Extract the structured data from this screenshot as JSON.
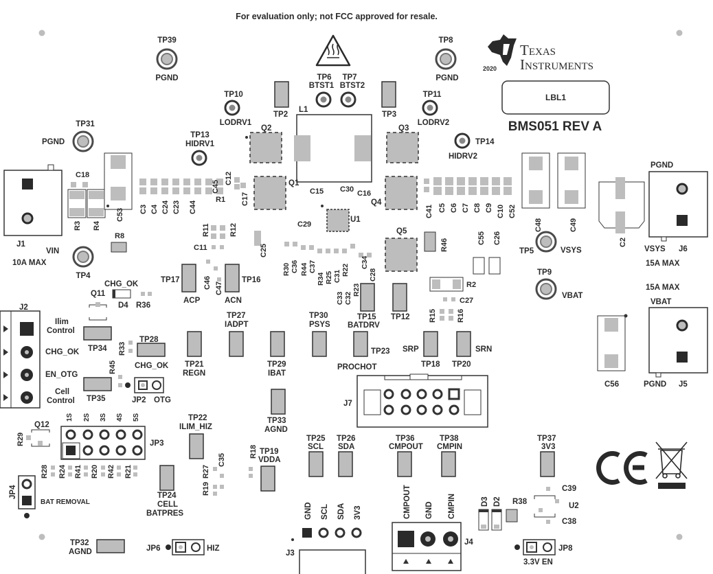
{
  "notice": "For evaluation only; not FCC approved for resale.",
  "logo": {
    "year": "2020",
    "line1": "Texas",
    "line2": "Instruments",
    "icon": "texas-instruments-logo-icon"
  },
  "board_id": "BMS051 REV A",
  "label_box": "LBL1",
  "warning_icon": "hot-surface-warning-icon",
  "ce_icon": "ce-mark-icon",
  "weee_icon": "weee-crossed-bin-icon",
  "colors": {
    "copper": "#bdbdbd",
    "ink": "#2a2a2a",
    "outline": "#4a4a4a",
    "pad": "#d0d0d0"
  },
  "testpoints": [
    {
      "id": "tp39",
      "label": "TP39",
      "net": "PGND"
    },
    {
      "id": "tp8",
      "label": "TP8",
      "net": "PGND"
    },
    {
      "id": "tp6",
      "label": "TP6",
      "net": "BTST1"
    },
    {
      "id": "tp7",
      "label": "TP7",
      "net": "BTST2"
    },
    {
      "id": "tp10",
      "label": "TP10",
      "net": "LODRV1"
    },
    {
      "id": "tp11",
      "label": "TP11",
      "net": "LODRV2"
    },
    {
      "id": "tp13",
      "label": "TP13",
      "net": "HIDRV1"
    },
    {
      "id": "tp14",
      "label": "TP14",
      "net": "HIDRV2"
    },
    {
      "id": "tp31",
      "label": "TP31",
      "net": "PGND"
    },
    {
      "id": "tp4",
      "label": "TP4",
      "net": ""
    },
    {
      "id": "tp5",
      "label": "TP5",
      "net": "VSYS"
    },
    {
      "id": "tp9",
      "label": "TP9",
      "net": "VBAT"
    }
  ],
  "pads": [
    {
      "id": "tp2",
      "label": "TP2"
    },
    {
      "id": "tp3",
      "label": "TP3"
    },
    {
      "id": "tp12",
      "label": "TP12"
    },
    {
      "id": "tp15",
      "label": "TP15",
      "net": "BATDRV"
    },
    {
      "id": "tp17",
      "label": "TP17",
      "net": "ACP"
    },
    {
      "id": "tp16",
      "label": "TP16",
      "net": "ACN"
    },
    {
      "id": "tp27",
      "label": "TP27",
      "net": "IADPT"
    },
    {
      "id": "tp30",
      "label": "TP30",
      "net": "PSYS"
    },
    {
      "id": "tp21",
      "label": "TP21",
      "net": "REGN"
    },
    {
      "id": "tp29",
      "label": "TP29",
      "net": "IBAT"
    },
    {
      "id": "tp23",
      "label": "TP23",
      "net": "PROCHOT"
    },
    {
      "id": "tp18",
      "label": "TP18",
      "net": "SRP"
    },
    {
      "id": "tp20",
      "label": "TP20",
      "net": "SRN"
    },
    {
      "id": "tp34",
      "label": "TP34"
    },
    {
      "id": "tp28",
      "label": "TP28",
      "net": "CHG_OK"
    },
    {
      "id": "tp35",
      "label": "TP35"
    },
    {
      "id": "tp33",
      "label": "TP33",
      "net": "AGND"
    },
    {
      "id": "tp22",
      "label": "TP22",
      "net": "ILIM_HIZ"
    },
    {
      "id": "tp24",
      "label": "TP24",
      "net": "CELL BATPRES"
    },
    {
      "id": "tp19",
      "label": "TP19",
      "net": "VDDA"
    },
    {
      "id": "tp25",
      "label": "TP25",
      "net": "SCL"
    },
    {
      "id": "tp26",
      "label": "TP26",
      "net": "SDA"
    },
    {
      "id": "tp36",
      "label": "TP36",
      "net": "CMPOUT"
    },
    {
      "id": "tp38",
      "label": "TP38",
      "net": "CMPIN"
    },
    {
      "id": "tp37",
      "label": "TP37",
      "net": "3V3"
    },
    {
      "id": "tp32",
      "label": "TP32",
      "net": "AGND"
    }
  ],
  "connectors": {
    "j1": {
      "ref": "J1",
      "label1": "VIN",
      "label2": "10A MAX"
    },
    "j6": {
      "ref": "J6",
      "top": "PGND",
      "side": "VSYS",
      "rating": "15A MAX"
    },
    "j5": {
      "ref": "J5",
      "top": "VBAT",
      "bottom": "PGND",
      "rating": "15A MAX"
    },
    "j2": {
      "ref": "J2",
      "pins": [
        "Ilim\nControl",
        "CHG_OK",
        "EN_OTG",
        "Cell\nControl"
      ]
    },
    "j7": {
      "ref": "J7"
    },
    "j3": {
      "ref": "J3",
      "pins": [
        "GND",
        "SCL",
        "SDA",
        "3V3"
      ]
    },
    "j4": {
      "ref": "J4",
      "pins": [
        "CMPOUT",
        "GND",
        "CMPIN"
      ]
    }
  },
  "jumpers": {
    "jp2": {
      "ref": "JP2",
      "label": "OTG"
    },
    "jp3": {
      "ref": "JP3",
      "cols": [
        "1S",
        "2S",
        "3S",
        "4S",
        "5S"
      ]
    },
    "jp4": {
      "ref": "JP4",
      "label": "BAT REMOVAL"
    },
    "jp6": {
      "ref": "JP6",
      "label": "HIZ"
    },
    "jp8": {
      "ref": "JP8",
      "label": "3.3V EN"
    }
  },
  "refdes": {
    "l1": "L1",
    "q1": "Q1",
    "q2": "Q2",
    "q3": "Q3",
    "q4": "Q4",
    "q5": "Q5",
    "u1": "U1",
    "u2": "U2",
    "q11": "Q11",
    "q12": "Q12",
    "d3": "D3",
    "d2": "D2",
    "d4": "D4",
    "chg_ok_top": "CHG_OK",
    "c18": "C18",
    "c53": "C53",
    "r3": "R3",
    "r4": "R4",
    "r8": "R8",
    "c2": "C2",
    "c56": "C56",
    "c48": "C48",
    "c49": "C49",
    "c55": "C55",
    "c26": "C26",
    "r46": "R46",
    "r2": "R2",
    "c27": "C27",
    "r15": "R15",
    "r16": "R16",
    "r1": "R1",
    "r11": "R11",
    "r12": "R12",
    "c11": "C11",
    "c46": "C46",
    "c47": "C47",
    "c25": "C25",
    "c29": "C29",
    "c15": "C15",
    "c30": "C30",
    "c16": "C16",
    "c12": "C12",
    "c17": "C17",
    "c45": "C45",
    "r36": "R36",
    "r33": "R33",
    "r45": "R45",
    "r29": "R29",
    "r18": "R18",
    "r27": "R27",
    "c35": "C35",
    "r19": "R19",
    "r38": "R38",
    "c39": "C39",
    "c38": "C38"
  },
  "bank_left": [
    "C3",
    "C4",
    "C24",
    "C23",
    "C44"
  ],
  "bank_right": [
    "C41",
    "C5",
    "C6",
    "C7",
    "C8",
    "C9",
    "C10",
    "C52"
  ],
  "bank_mid": [
    "R30",
    "C36",
    "R44",
    "C37",
    "R34",
    "R25",
    "C31",
    "R22",
    "C33",
    "C32",
    "R23",
    "C34",
    "C28"
  ],
  "jp3_resistors": [
    "R28",
    "R24",
    "R41",
    "R20",
    "R42",
    "R21"
  ]
}
